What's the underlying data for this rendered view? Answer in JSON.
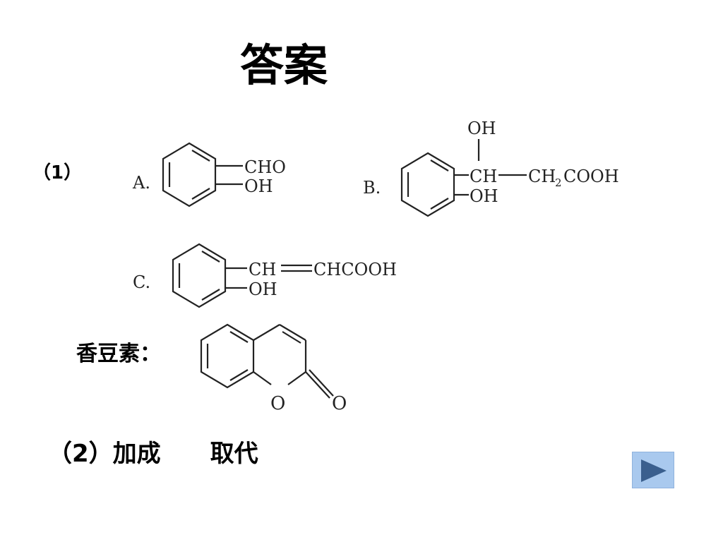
{
  "slide": {
    "title": "答案",
    "part1_label": "（1）",
    "coumarin_label": "香豆素：",
    "part2": {
      "prefix": "（2）",
      "answer1": "加成",
      "answer2": "取代"
    }
  },
  "structures": {
    "A": {
      "letter": "A.",
      "sub1": "CHO",
      "sub2": "OH"
    },
    "B": {
      "letter": "B.",
      "top": "OH",
      "chain_ch": "CH",
      "chain_ch2": "CH",
      "chain_sub": "2",
      "chain_tail": "COOH",
      "sub2": "OH"
    },
    "C": {
      "letter": "C.",
      "chain_ch": "CH",
      "chain_rest": "CHCOOH",
      "sub2": "OH"
    },
    "coumarin": {
      "ring_o": "O",
      "carbonyl_o": "O"
    }
  },
  "nav": {
    "icon": "play-right-icon",
    "color": "#a9c9ee",
    "arrow_color": "#3a5f8e"
  }
}
